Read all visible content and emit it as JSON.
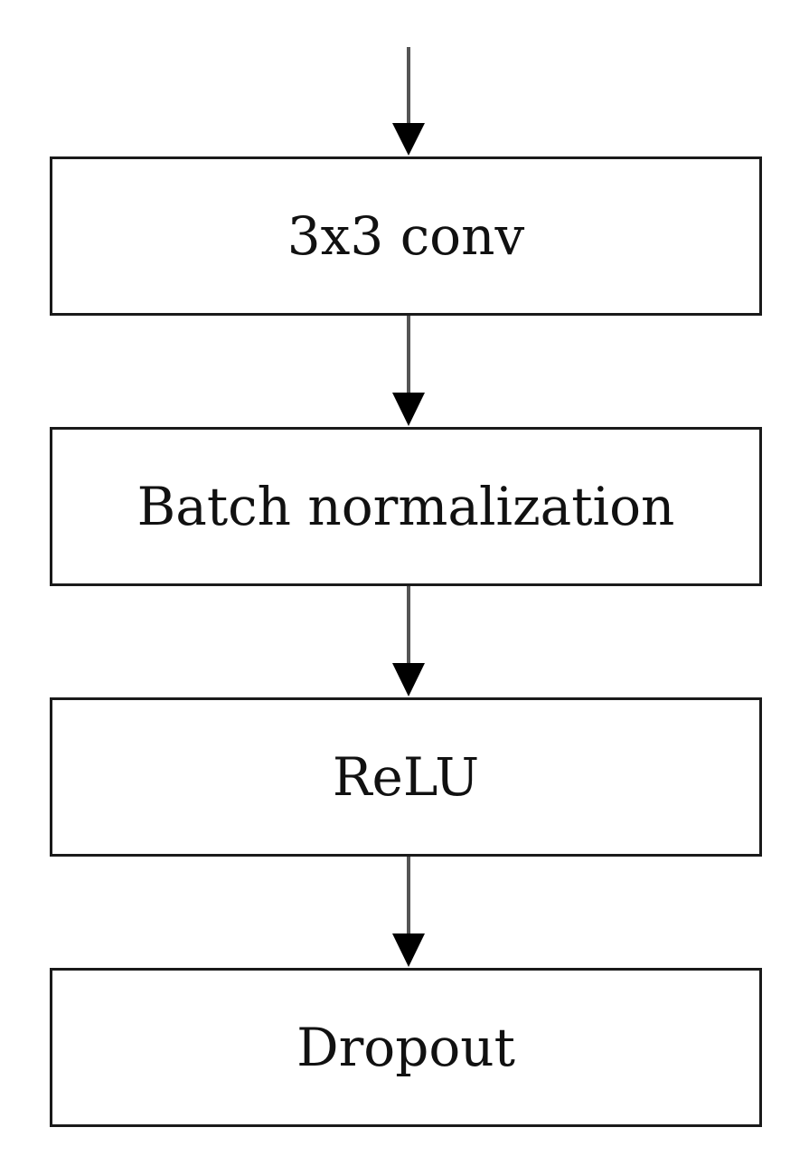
{
  "diagram": {
    "type": "flowchart",
    "direction": "top-to-bottom",
    "line_color": "#555555",
    "arrowhead_color": "#000000",
    "nodes": [
      {
        "id": "conv",
        "label": "3x3 conv"
      },
      {
        "id": "bn",
        "label": "Batch normalization"
      },
      {
        "id": "relu",
        "label": "ReLU"
      },
      {
        "id": "dropout",
        "label": "Dropout"
      }
    ],
    "edges": [
      {
        "from": "input",
        "to": "conv"
      },
      {
        "from": "conv",
        "to": "bn"
      },
      {
        "from": "bn",
        "to": "relu"
      },
      {
        "from": "relu",
        "to": "dropout"
      }
    ]
  }
}
